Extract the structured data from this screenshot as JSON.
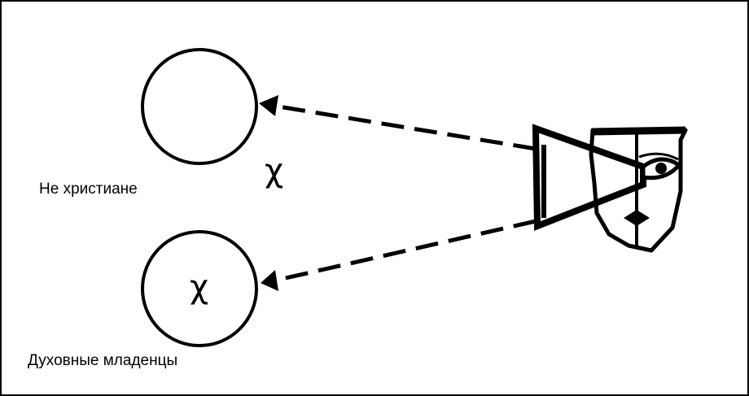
{
  "diagram": {
    "labels": {
      "non_christians": "Не христиане",
      "spiritual_infants": "Духовные младенцы"
    },
    "symbols": {
      "chi_near_top_circle": "χ",
      "chi_in_bottom_circle": "χ"
    },
    "colors": {
      "stroke": "#000000",
      "background": "#ffffff"
    },
    "icons": [
      "face-with-megaphone-icon",
      "arrow-icon"
    ]
  }
}
